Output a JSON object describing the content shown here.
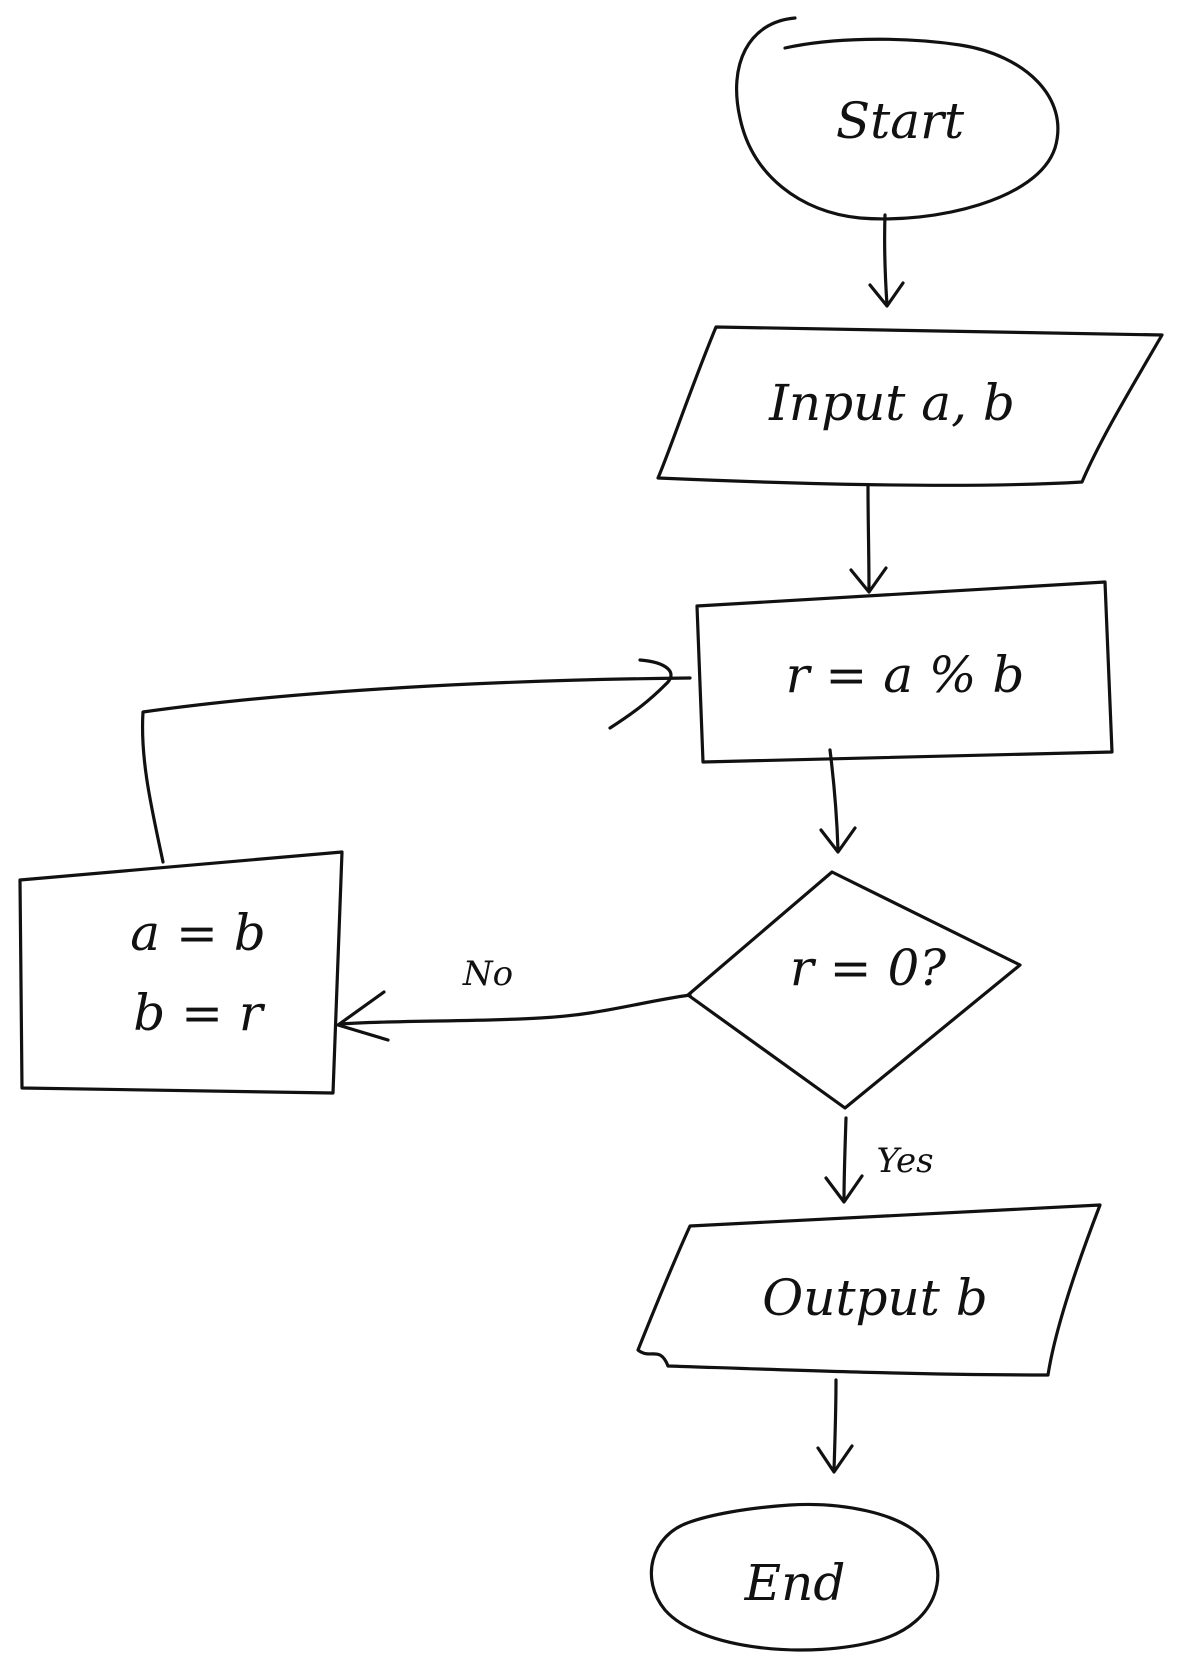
{
  "flowchart": {
    "nodes": {
      "start": "Start",
      "input": "Input a, b",
      "compute": "r = a % b",
      "decision": "r = 0?",
      "output": "Output b",
      "end": "End",
      "swap_line1": "a = b",
      "swap_line2": "b = r"
    },
    "edges": {
      "no_label": "No",
      "yes_label": "Yes"
    },
    "colors": {
      "ink": "#111111",
      "paper": "#ffffff"
    }
  }
}
